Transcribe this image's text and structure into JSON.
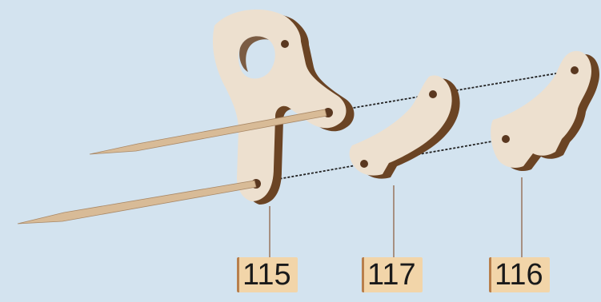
{
  "parts": [
    {
      "id": "115",
      "label": "115"
    },
    {
      "id": "117",
      "label": "117"
    },
    {
      "id": "116",
      "label": "116"
    }
  ],
  "colors": {
    "background": "#d3e3ef",
    "wood_face": "#ede0cf",
    "wood_edge": "#6b4424",
    "dowel": "#d8bb97",
    "callout_fill": "#f2d5a9",
    "callout_accent": "#b87f4c"
  }
}
